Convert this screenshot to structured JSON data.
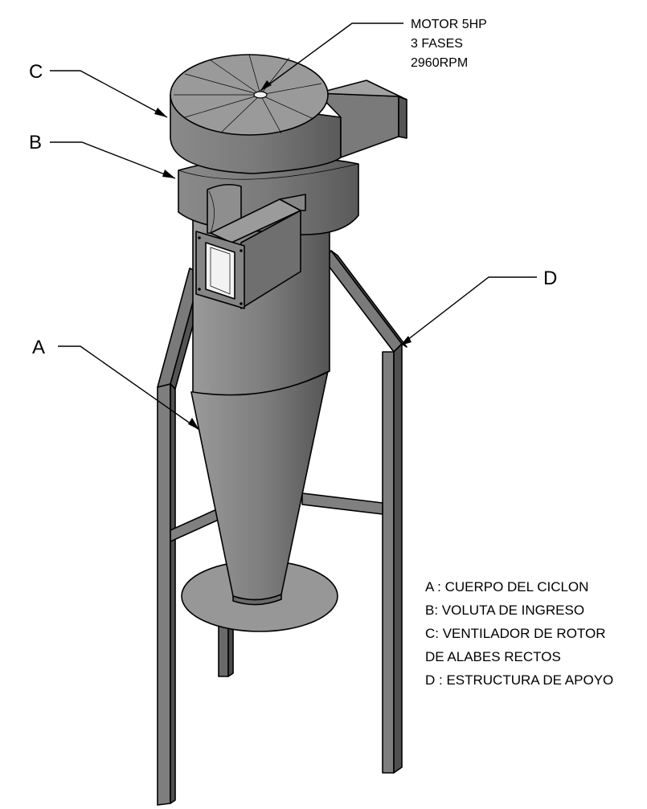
{
  "callouts": {
    "a": "A",
    "b": "B",
    "c": "C",
    "d": "D"
  },
  "motor_note": [
    "MOTOR 5HP",
    "3 FASES",
    "2960RPM"
  ],
  "legend": [
    "A : CUERPO DEL CICLON",
    "B: VOLUTA DE INGRESO",
    "C: VENTILADOR DE ROTOR",
    "DE ALABES RECTOS",
    "D : ESTRUCTURA DE APOYO"
  ],
  "colors": {
    "steel_light": "#8c8c8c",
    "steel_mid": "#6f6f6f",
    "steel_dark": "#4a4a4a",
    "steel_top": "#9a9a9a",
    "steel_disk": "#979797"
  }
}
